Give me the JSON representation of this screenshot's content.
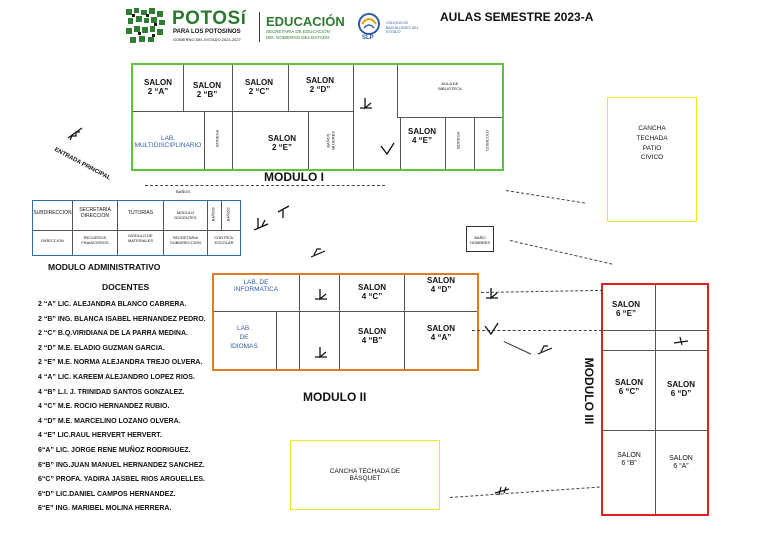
{
  "header": {
    "potosi": "POTOSí",
    "potosi_sub1": "PARA LOS POTOSINOS",
    "potosi_sub2": "GOBIERNO DEL ESTADO 2021-2027",
    "educacion": "EDUCACIÓN",
    "educacion_sub1": "SECRETARÍA DE EDUCACIÓN",
    "educacion_sub2": "DEL GOBIERNO DEL ESTADO",
    "slp": "SLP",
    "slp_text": "COLEGIO DE BACHILLERES DEL ESTADO",
    "title": "AULAS SEMESTRE 2023-A"
  },
  "modulo1": {
    "label": "MODULO I",
    "salon_2a": "SALON\n2 “A”",
    "salon_2b": "SALON\n2 “B”",
    "salon_2c": "SALON\n2 “C”",
    "salon_2d": "SALON\n2 “D”",
    "biblioteca": "AULA DE\nBIBLIOTECA",
    "lab_multi": "LAB.\nMULTIDISCIPLINARIO",
    "bodega": "BODEGA",
    "salon_2e": "SALON\n2 “E”",
    "banos": "BAÑOS\nMUJERES",
    "salon_4e": "SALON\n4 “E”",
    "small1": "BODEGA",
    "small2": "CUBICULO"
  },
  "entrada": "ENTRADA PRINCIPAL",
  "cancha_civico": "CANCHA\nTECHADA\nPATIO\nCIVICO",
  "admin": {
    "label": "MODULO ADMINISTRATIVO",
    "banos_top": "BAÑOS",
    "subdireccion": "SUBDIRECCION",
    "secretaria_direccion": "SECRETARIA\nDIRECCION",
    "tutorias": "TUTORIAS",
    "modulo_docentes": "MODULO\nDOCENTES",
    "banos_a": "BAÑOS",
    "banos_b": "BAÑOS",
    "direccion": "DIRECCION",
    "recursos": "RECURSOS\nFINANCIEROS",
    "modulo_materiales": "MODULO DE\nMATERIALES",
    "secretaria_sub": "SECRETARIA\nSUBDIRECCION",
    "control": "CONTROL\nESCOLAR"
  },
  "banos_hombres": "BAÑO\nHOMBRES",
  "modulo2": {
    "label": "MODULO II",
    "lab_info": "LAB. DE\nINFORMATICA",
    "salon_4c": "SALON\n4 “C”",
    "salon_4d": "SALON\n4 “D”",
    "lab_idiomas": "LAB.\nDE\nIDIOMAS",
    "salon_4b": "SALON\n4 “B”",
    "salon_4a": "SALON\n4 “A”"
  },
  "modulo3": {
    "label": "MODULO III",
    "salon_6e": "SALON\n6 “E”",
    "salon_6c": "SALON\n6 “C”",
    "salon_6d": "SALON\n6 “D”",
    "salon_6b": "SALON\n6 “B”",
    "salon_6a": "SALON\n6 “A”"
  },
  "cancha_basquet": "CANCHA TECHADA DE\nBÁSQUET",
  "docentes": {
    "title": "DOCENTES",
    "list": [
      "2 “A”  LIC. ALEJANDRA BLANCO CABRERA.",
      "2 “B”  ING. BLANCA ISABEL HERNANDEZ PEDRO.",
      "2 “C”  B.Q.VIRIDIANA DE LA PARRA MEDINA.",
      "2 “D”    M.E. ELADIO GUZMAN GARCIA.",
      "2 “E”   M.E. NORMA ALEJANDRA TREJO OLVERA.",
      "4 “A”  LIC. KAREEM ALEJANDRO LOPEZ RIOS.",
      "4 “B”  L.I. J. TRINIDAD SANTOS GONZALEZ.",
      "4 “C”  M.E. ROCIO HERNANDEZ RUBIO.",
      "4 “D”    M.E. MARCELINO LOZANO OLVERA.",
      "4 “E”   LIC.RAUL HERVERT HERVERT.",
      "6“A”  LIC. JORGE RENE MUÑOZ RODRIGUEZ.",
      "6“B”  ING.JUAN MANUEL HERNANDEZ SANCHEZ.",
      "6“C”  PROFA. YADIRA JASBEL RIOS ARGUELLES.",
      "6“D”  LIC.DANIEL CAMPOS HERNANDEZ.",
      "6“E”  ING. MARIBEL MOLINA HERRERA."
    ]
  },
  "colors": {
    "modulo1": "#5cc43a",
    "admin": "#2e6db4",
    "modulo2": "#e07b21",
    "modulo3": "#e02020",
    "cancha": "#f0e81a",
    "text_blue": "#2e5fa3"
  }
}
